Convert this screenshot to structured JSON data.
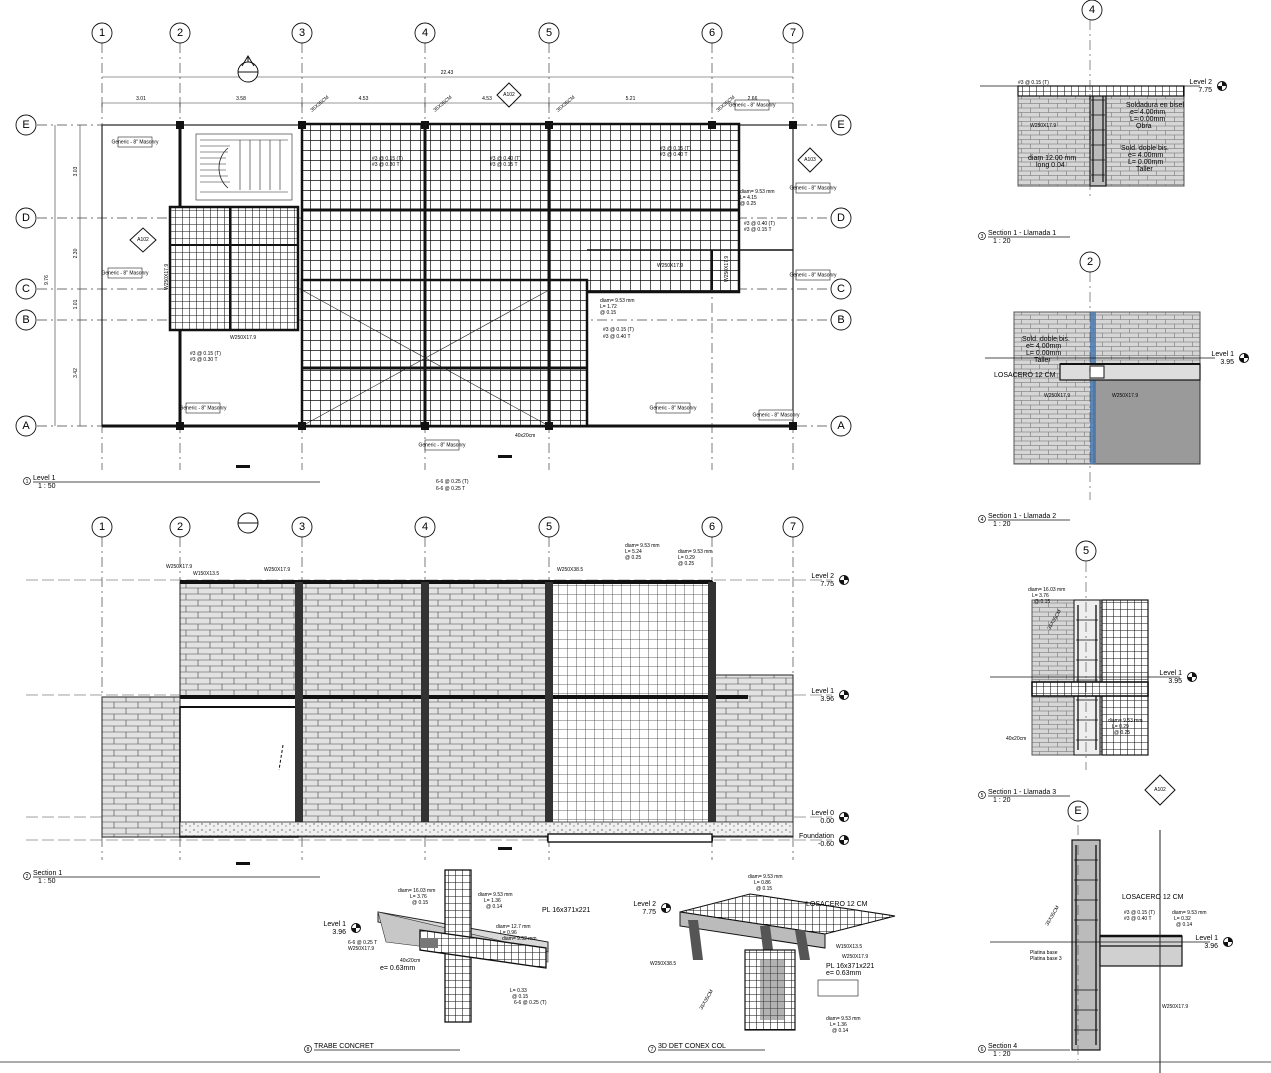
{
  "grid": {
    "columns": [
      "1",
      "2",
      "3",
      "4",
      "5",
      "6",
      "7"
    ],
    "rows": [
      "E",
      "D",
      "C",
      "B",
      "A"
    ]
  },
  "plan": {
    "overall_dim": "22.43",
    "top_dims": [
      "3.01",
      "3.58",
      "4.53",
      "4.53",
      "5.21",
      "2.66"
    ],
    "left_dims": [
      "3.03",
      "2.30",
      "1.01",
      "3.42"
    ],
    "left_total": "9.76",
    "beam_labels": [
      "W250X17.9",
      "W250X17.9",
      "W250X17.9",
      "W250X17.9"
    ],
    "column_labels": [
      "35X35CM",
      "35X35CM",
      "35X35CM",
      "35X35CM"
    ],
    "rebar_notes": [
      "#3 @ 0.15 (T)",
      "#3 @ 0.30 T",
      "#3 @ 0.40 (T)",
      "#3 @ 0.15 T",
      "#3 @ 0.15 (T)",
      "#3 @ 0.40 T",
      "#3 @ 0.40 (T)",
      "#3 @ 0.15 T",
      "6-6 @ 0.25 (T)",
      "6-6 @ 0.25 T",
      "40x20cm"
    ],
    "diam_notes": [
      "diam= 9.53 mm",
      "L= 1.72",
      "@ 0.15",
      "diam= 9.53 mm",
      "L= 4.15",
      "@ 0.25"
    ],
    "tag_text": "Generic - 8\" Masonry"
  },
  "section1": {
    "levels": [
      {
        "name": "Level 2",
        "elev": "7.75"
      },
      {
        "name": "Level 1",
        "elev": "3.96"
      },
      {
        "name": "Level 0",
        "elev": "0.00"
      },
      {
        "name": "Foundation",
        "elev": "-0.60"
      }
    ],
    "beam_labels": [
      "W250X17.9",
      "W150X13.5",
      "W250X38.5",
      "W250X17.9"
    ],
    "diam_notes": [
      "diam= 9.53 mm",
      "L= 5.24",
      "@ 0.25",
      "diam= 9.53 mm",
      "L= 0.29",
      "@ 0.25"
    ]
  },
  "callout1": {
    "level": {
      "name": "Level 2",
      "elev": "7.75"
    },
    "notes": [
      "Soldadura en bisel",
      "e= 4.00mm",
      "L= 0.00mm",
      "Obra",
      "Sold. doble bis.",
      "e= 4.00mm",
      "L= 0.00mm",
      "Taller",
      "diam 12.00 mm",
      "long 0.04"
    ],
    "beam": "W250X17.9",
    "rebar": "#3 @ 0.15 (T)"
  },
  "callout2": {
    "level": {
      "name": "Level 1",
      "elev": "3.95"
    },
    "notes": [
      "Sold. doble bis.",
      "e= 4.00mm",
      "L= 0.00mm",
      "Taller"
    ],
    "slab": "LOSACERO 12 CM",
    "beams": [
      "W250X17.9",
      "W250X17.9"
    ]
  },
  "callout3": {
    "level": {
      "name": "Level 1",
      "elev": "3.95"
    },
    "notes": [
      "diam= 16.03 mm",
      "L= 3.76",
      "@ 0.15",
      "diam= 9.53 mm",
      "L= 0.29",
      "@ 0.25"
    ],
    "column": "35X35CM",
    "beam": "40x20cm"
  },
  "section4": {
    "level": {
      "name": "Level 1",
      "elev": "3.96"
    },
    "slab": "LOSACERO 12 CM",
    "column": "35X35CM",
    "notes": [
      "#3 @ 0.15 (T)",
      "#3 @ 0.40 T",
      "diam= 9.53 mm",
      "L= 0.32",
      "@ 0.14",
      "Platina base",
      "Platina base 3"
    ],
    "beam": "W250X17.9"
  },
  "trabe": {
    "level": {
      "name": "Level 1",
      "elev": "3.96"
    },
    "notes": [
      "diam= 16.03 mm",
      "L= 3.76",
      "@ 0.15",
      "diam= 9.53 mm",
      "L= 1.36",
      "@ 0.14",
      "diam= 12.7 mm",
      "L= 0.96",
      "diam= 9.52 mm",
      "L= 0.33",
      "@ 0.15",
      "6-6 @ 0.25 (T)",
      "6-6 @ 0.25 T",
      "W250X17.9",
      "40x20cm",
      "PL 16x371x221",
      "e= 0.63mm"
    ]
  },
  "conex": {
    "level": {
      "name": "Level 2",
      "elev": "7.75"
    },
    "notes": [
      "diam= 9.53 mm",
      "L= 0.86",
      "@ 0.15",
      "LOSACERO 12 CM",
      "W150X13.5",
      "W250X17.9",
      "PL 16x371x221",
      "e= 0.63mm",
      "W250X38.5",
      "35X35CM",
      "diam= 9.53 mm",
      "L= 1.36",
      "@ 0.14"
    ]
  },
  "view_titles": [
    {
      "num": "1",
      "name": "Level 1",
      "scale": "1 : 50"
    },
    {
      "num": "2",
      "name": "Section 1",
      "scale": "1 : 50"
    },
    {
      "num": "3",
      "name": "Section 1 - Llamada 1",
      "scale": "1 : 20"
    },
    {
      "num": "4",
      "name": "Section 1 - Llamada 2",
      "scale": "1 : 20"
    },
    {
      "num": "5",
      "name": "Section 1 - Llamada 3",
      "scale": "1 : 20"
    },
    {
      "num": "6",
      "name": "Section 4",
      "scale": "1 : 20"
    },
    {
      "num": "8",
      "name": "TRABE CONCRET",
      "scale": ""
    },
    {
      "num": "7",
      "name": "3D DET CONEX COL",
      "scale": ""
    }
  ],
  "section_marks": [
    "A102",
    "A103",
    "A102",
    "A102"
  ],
  "right_bubbles": {
    "callout1": "4",
    "callout2": "2",
    "callout3": "5",
    "section4": "E"
  },
  "colors": {
    "line": "#111111",
    "masonry_fill": "#d8d8d8",
    "concrete_fill": "#c9c9c9",
    "steel_fill": "#555555"
  }
}
